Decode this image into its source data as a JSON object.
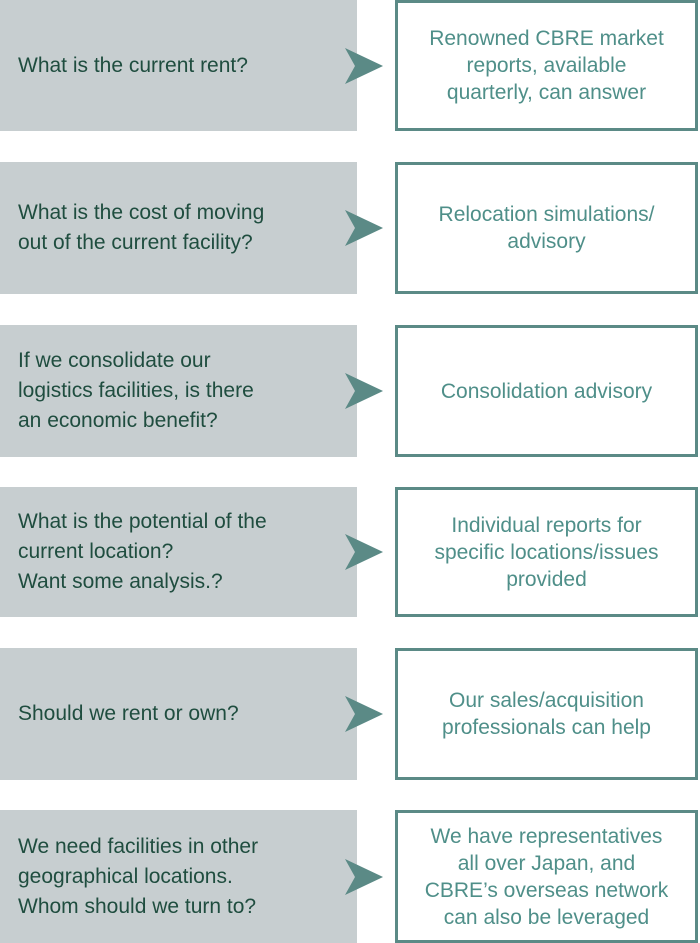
{
  "rows": [
    {
      "question": "What is the current rent?",
      "answer": "Renowned CBRE market\nreports, available\nquarterly, can answer"
    },
    {
      "question": "What is the cost of moving\nout of the current facility?",
      "answer": "Relocation simulations/\nadvisory"
    },
    {
      "question": "If we consolidate our\nlogistics facilities, is there\nan economic benefit?",
      "answer": "Consolidation advisory"
    },
    {
      "question": "What is the potential of the\ncurrent location?\nWant some analysis.?",
      "answer": "Individual reports for\nspecific locations/issues\nprovided"
    },
    {
      "question": "Should we rent or own?",
      "answer": "Our sales/acquisition\nprofessionals can help"
    },
    {
      "question": "We need facilities in other\ngeographical locations.\nWhom should we turn to?",
      "answer": "We have representatives\nall over Japan, and\nCBRE’s overseas network\ncan also be leveraged"
    }
  ],
  "colors": {
    "question_background": "#c7ced0",
    "question_text": "#1f4d3f",
    "answer_border": "#5b8a86",
    "answer_text": "#4f8f89",
    "arrow": "#5b8a86"
  }
}
